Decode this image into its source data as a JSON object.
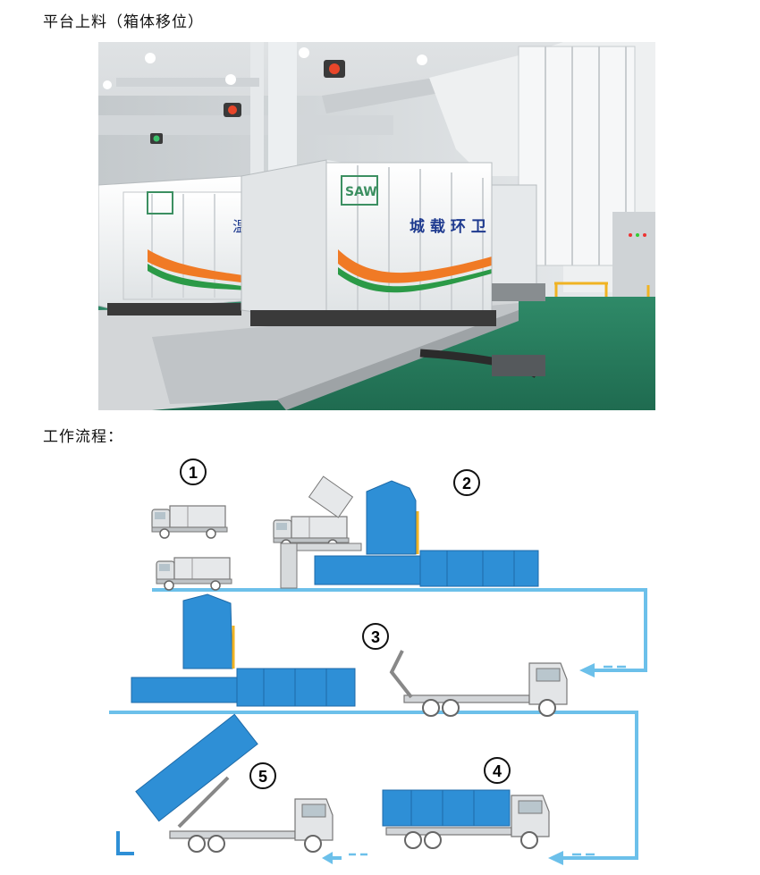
{
  "headings": {
    "platform_loading": "平台上料（箱体移位）",
    "workflow": "工作流程："
  },
  "photo": {
    "container_brand": "SAW",
    "container_slogan": "城 载 环 卫",
    "container_slogan_partial": "温",
    "colors": {
      "container": "#f4f5f5",
      "floor": "#2f8a68",
      "orange": "#f07a25",
      "green": "#2b9a47"
    }
  },
  "flow": {
    "steps": [
      "1",
      "2",
      "3",
      "4",
      "5"
    ],
    "colors": {
      "container": "#2e8fd6",
      "container_stroke": "#1d6aa8",
      "pipe": "#6cc0ea",
      "truck": "#d8dbdd",
      "truck_stroke": "#777777"
    }
  }
}
